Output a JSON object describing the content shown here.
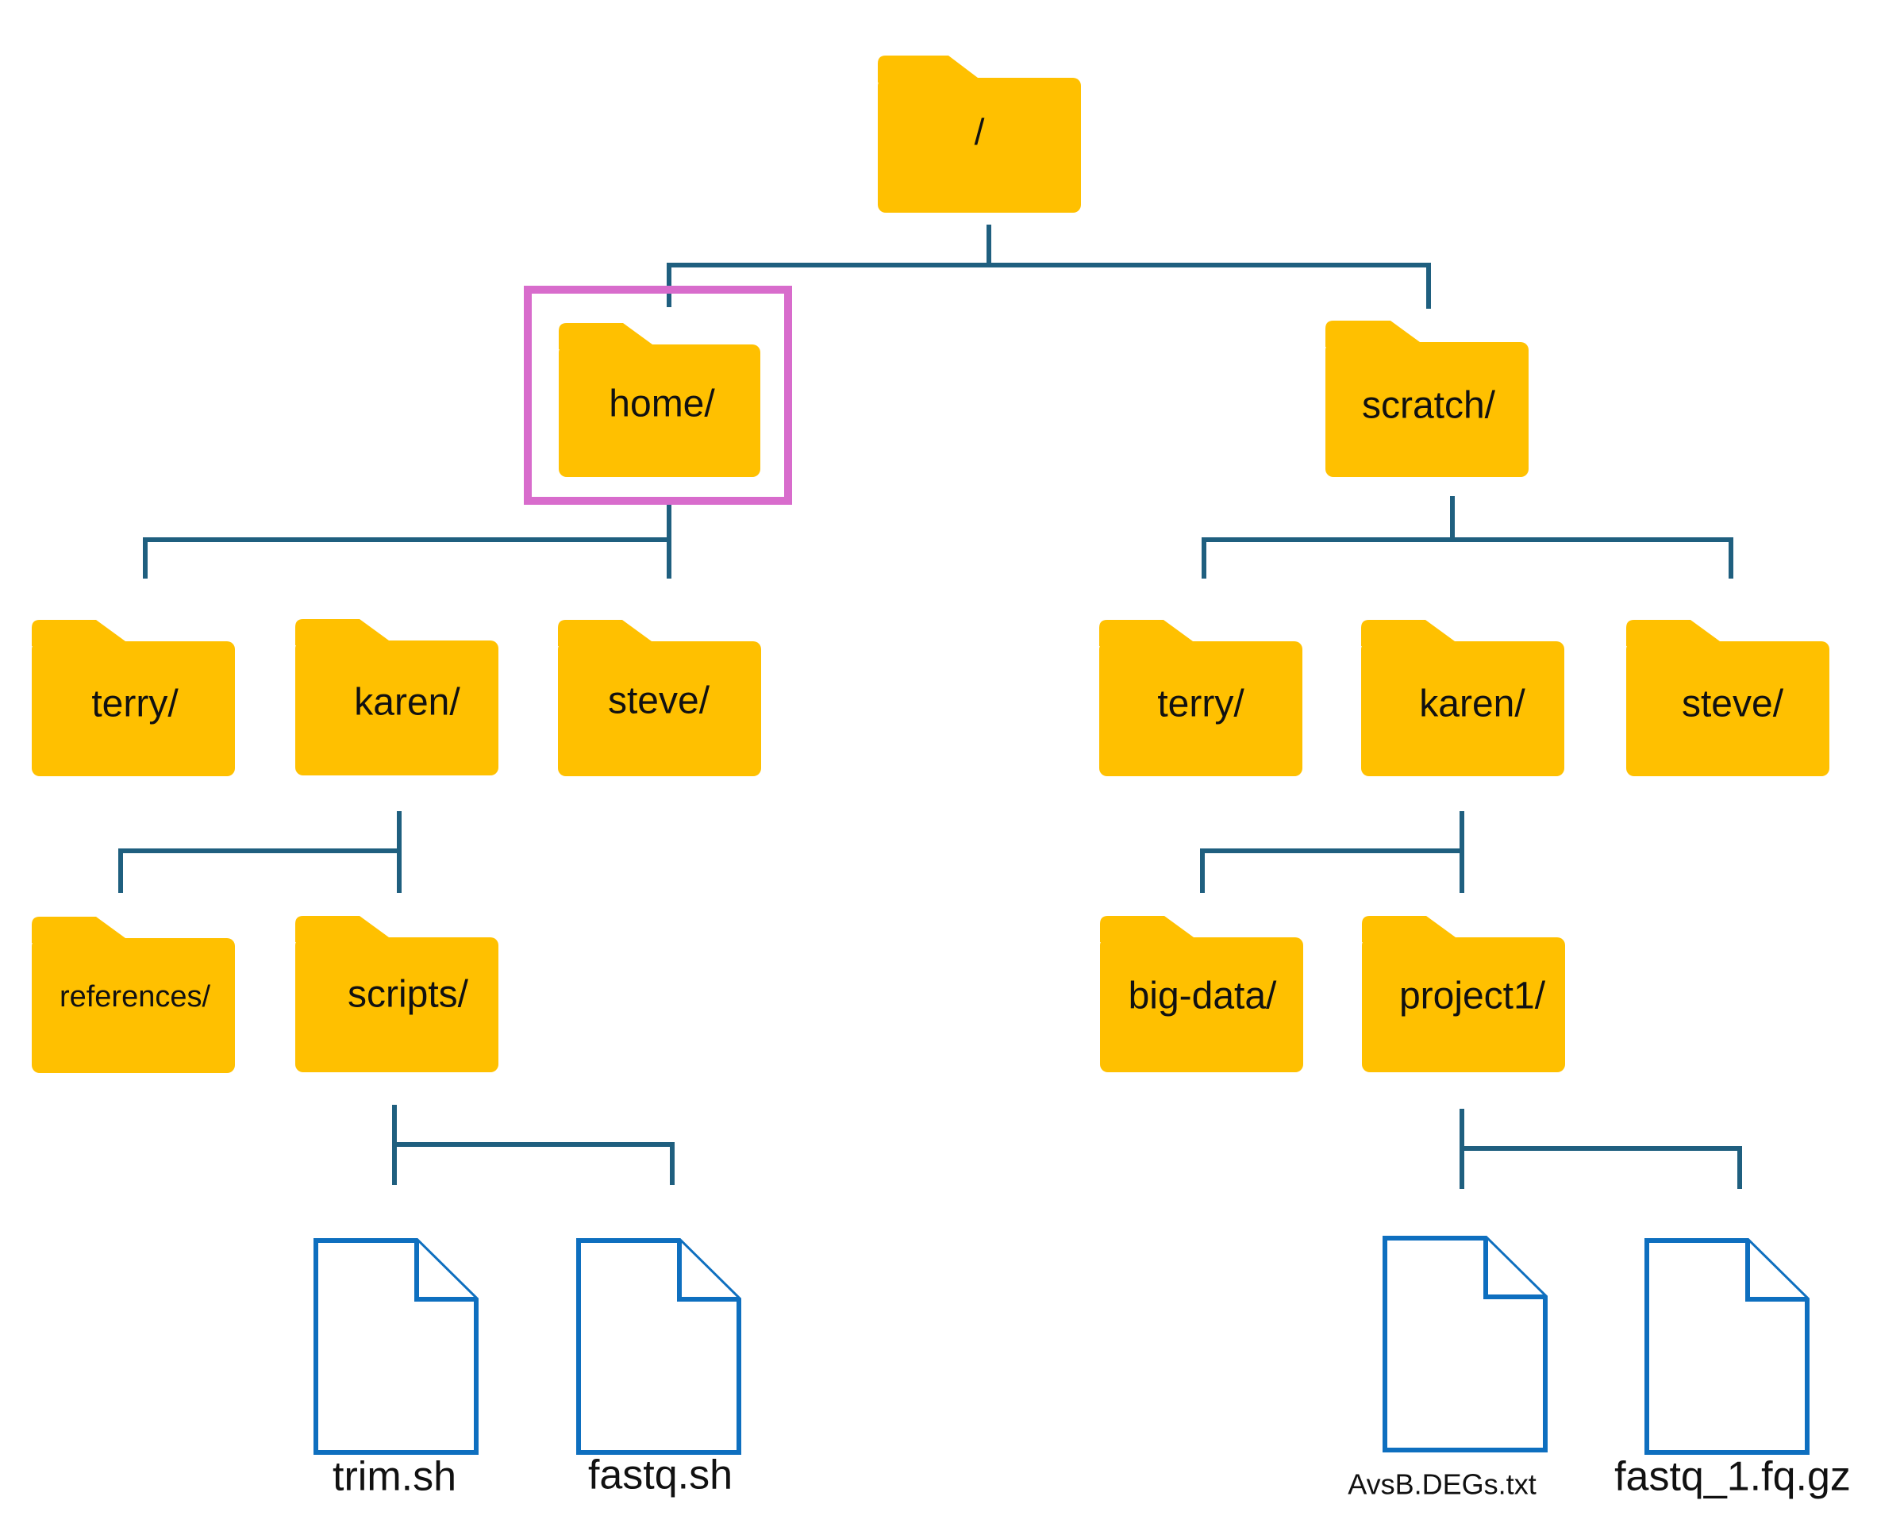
{
  "colors": {
    "folder": "#ffc000",
    "connector": "#1f5f7f",
    "file_outline": "#0e6fbf",
    "highlight": "#d86ccc"
  },
  "nodes": {
    "root": "/",
    "home": "home/",
    "scratch": "scratch/",
    "home_terry": "terry/",
    "home_karen": "karen/",
    "home_steve": "steve/",
    "scratch_terry": "terry/",
    "scratch_karen": "karen/",
    "scratch_steve": "steve/",
    "references": "references/",
    "scripts": "scripts/",
    "big_data": "big-data/",
    "project1": "project1/",
    "trim_sh": "trim.sh",
    "fastq_sh": "fastq.sh",
    "avsb": "AvsB.DEGs.txt",
    "fastq_gz": "fastq_1.fq.gz"
  },
  "highlighted_node": "home",
  "icons": {
    "folder": "folder-icon",
    "file": "file-icon"
  }
}
